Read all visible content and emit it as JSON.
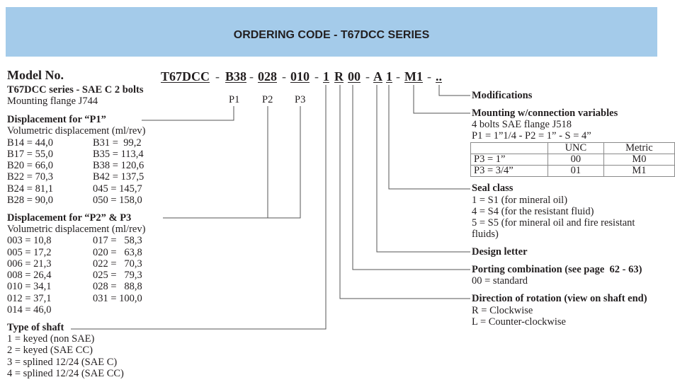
{
  "header": {
    "title": "ORDERING CODE - T67DCC SERIES"
  },
  "model": {
    "title": "Model No.",
    "series": "T67DCC series - SAE C 2 bolts",
    "flange": "Mounting flange J744"
  },
  "code": {
    "segments": [
      "T67DCC",
      "B38",
      "028",
      "010",
      "1",
      "R",
      "00",
      "A",
      "1",
      "M1",
      ".."
    ],
    "dash": "-",
    "p_labels": [
      "P1",
      "P2",
      "P3"
    ]
  },
  "p1": {
    "title": "Displacement for “P1”",
    "subtitle": "Volumetric displacement (ml/rev)",
    "col1": [
      "B14 = 44,0",
      "B17 = 55,0",
      "B20 = 66,0",
      "B22 = 70,3",
      "B24 = 81,1",
      "B28 = 90,0"
    ],
    "col2": [
      "B31 =  99,2",
      "B35 = 113,4",
      "B38 = 120,6",
      "B42 = 137,5",
      "045 = 145,7",
      "050 = 158,0"
    ]
  },
  "p2p3": {
    "title": "Displacement for “P2” & P3",
    "subtitle": "Volumetric displacement (ml/rev)",
    "col1": [
      "003 = 10,8",
      "005 = 17,2",
      "006 = 21,3",
      "008 = 26,4",
      "010 = 34,1",
      "012 = 37,1",
      "014 = 46,0"
    ],
    "col2": [
      "017 =   58,3",
      "020 =   63,8",
      "022 =   70,3",
      "025 =   79,3",
      "028 =   88,8",
      "031 = 100,0"
    ]
  },
  "shaft": {
    "title": "Type of shaft",
    "items": [
      "1 = keyed (non SAE)",
      "2 = keyed (SAE CC)",
      "3 = splined 12/24 (SAE C)",
      "4 = splined 12/24 (SAE CC)"
    ]
  },
  "modifications": {
    "title": "Modifications"
  },
  "mounting": {
    "title": "Mounting w/connection variables",
    "line1": "4 bolts SAE flange J518",
    "line2": "P1 = 1”1/4 - P2 = 1” - S = 4”",
    "table": {
      "headers": [
        "",
        "UNC",
        "Metric"
      ],
      "rows": [
        [
          "P3 = 1”",
          "00",
          "M0"
        ],
        [
          "P3 = 3/4”",
          "01",
          "M1"
        ]
      ]
    }
  },
  "seal": {
    "title": "Seal class",
    "items": [
      "1 = S1 (for mineral oil)",
      "4 = S4 (for the resistant fluid)",
      "5 = S5 (for mineral oil and fire resistant",
      "fluids)"
    ]
  },
  "design": {
    "title": "Design letter"
  },
  "porting": {
    "title": "Porting combination (see page  62 - 63)",
    "items": [
      "00 = standard"
    ]
  },
  "rotation": {
    "title": "Direction of rotation (view on shaft end)",
    "items": [
      "R = Clockwise",
      "L = Counter-clockwise"
    ]
  }
}
